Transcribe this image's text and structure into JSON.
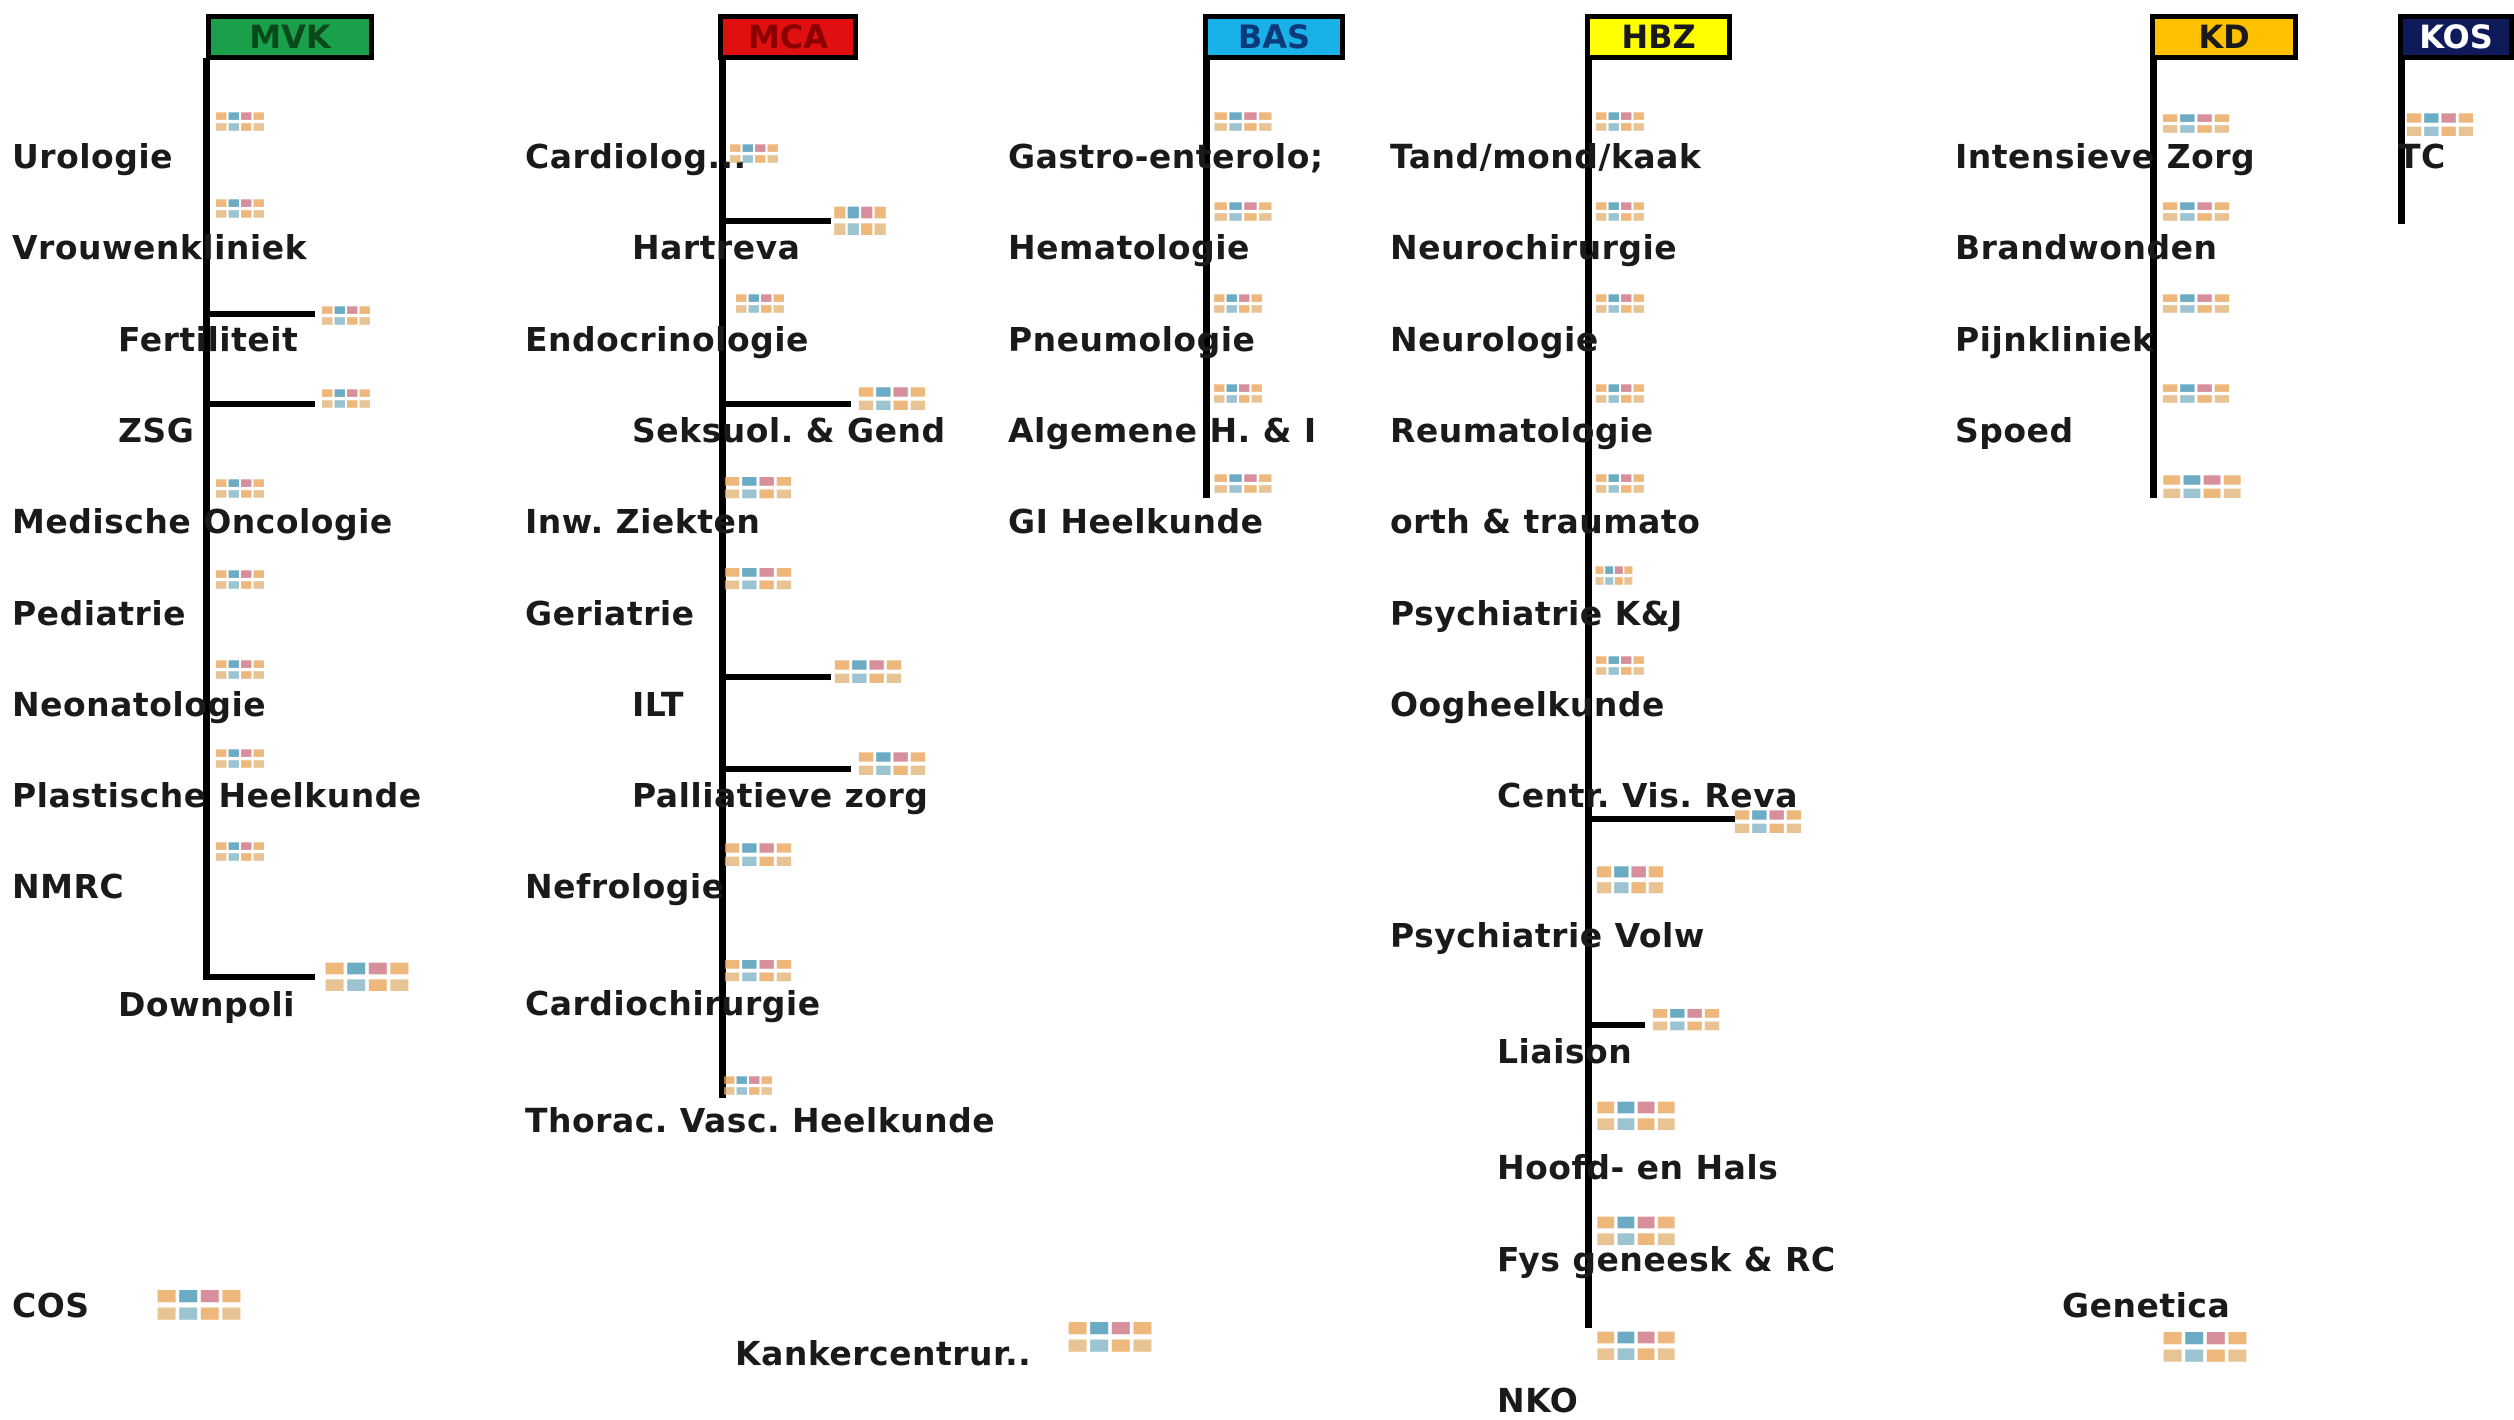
{
  "headers": [
    {
      "id": "mvk",
      "label": "MVK",
      "color": "#1aa04a"
    },
    {
      "id": "mca",
      "label": "MCA",
      "color": "#e01010"
    },
    {
      "id": "bas",
      "label": "BAS",
      "color": "#1ab0e8"
    },
    {
      "id": "hbz",
      "label": "HBZ",
      "color": "#ffff00"
    },
    {
      "id": "kd",
      "label": "KD",
      "color": "#ffc000"
    },
    {
      "id": "kos",
      "label": "KOS",
      "color": "#0e1a5a"
    }
  ],
  "icon_colors": [
    "#e8a050",
    "#3a8fb0",
    "#c86a7a",
    "#7ab0c0",
    "#e0b070"
  ],
  "columns": {
    "mvk": [
      "Urologie",
      "Vrouwenkliniek",
      "Fertiliteit",
      "ZSG",
      "Medische Oncologie",
      "Pediatrie",
      "Neonatologie",
      "Plastische Heelkunde",
      "NMRC",
      "Downpoli"
    ],
    "mca": [
      "Cardiolog...",
      "Hartreva",
      "Endocrinologie",
      "Seksuol. & Gend",
      "Inw. Ziekten",
      "Geriatrie",
      "ILT",
      "Palliatieve zorg",
      "Nefrologie",
      "Cardiochirurgie",
      "Thorac. Vasc. Heelkunde"
    ],
    "bas": [
      "Gastro-enterolo;",
      "Hematologie",
      "Pneumologie",
      "Algemene H. & I",
      "GI Heelkunde"
    ],
    "hbz": [
      "Tand/mond/kaak",
      "Neurochirurgie",
      "Neurologie",
      "Reumatologie",
      "orth & traumato",
      "Psychiatrie K&J",
      "Oogheelkunde",
      "Centr. Vis. Reva",
      "Psychiatrie Volw",
      "Liaison",
      "Hoofd- en Hals",
      "Fys geneesk & RC",
      "NKO"
    ],
    "kd": [
      "Intensieve Zorg",
      "Brandwonden",
      "Pijnkliniek",
      "Spoed"
    ],
    "kos": [
      "TC"
    ]
  },
  "extras": {
    "cos": "COS",
    "kankercentrum": "Kankercentrur..",
    "genetica": "Genetica"
  }
}
